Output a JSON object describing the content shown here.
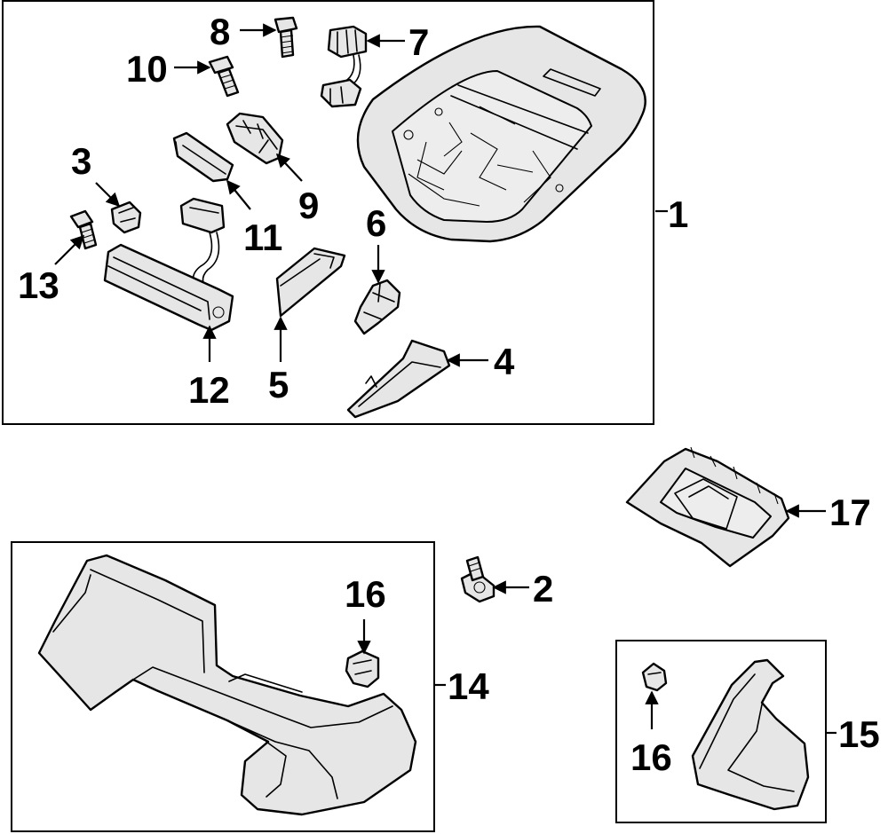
{
  "callouts": [
    {
      "id": "1",
      "text": "1"
    },
    {
      "id": "2",
      "text": "2"
    },
    {
      "id": "3",
      "text": "3"
    },
    {
      "id": "4",
      "text": "4"
    },
    {
      "id": "5",
      "text": "5"
    },
    {
      "id": "6",
      "text": "6"
    },
    {
      "id": "7",
      "text": "7"
    },
    {
      "id": "8",
      "text": "8"
    },
    {
      "id": "9",
      "text": "9"
    },
    {
      "id": "10",
      "text": "10"
    },
    {
      "id": "11",
      "text": "11"
    },
    {
      "id": "12",
      "text": "12"
    },
    {
      "id": "13",
      "text": "13"
    },
    {
      "id": "14",
      "text": "14"
    },
    {
      "id": "15",
      "text": "15"
    },
    {
      "id": "16a",
      "text": "16"
    },
    {
      "id": "16b",
      "text": "16"
    },
    {
      "id": "17",
      "text": "17"
    }
  ]
}
